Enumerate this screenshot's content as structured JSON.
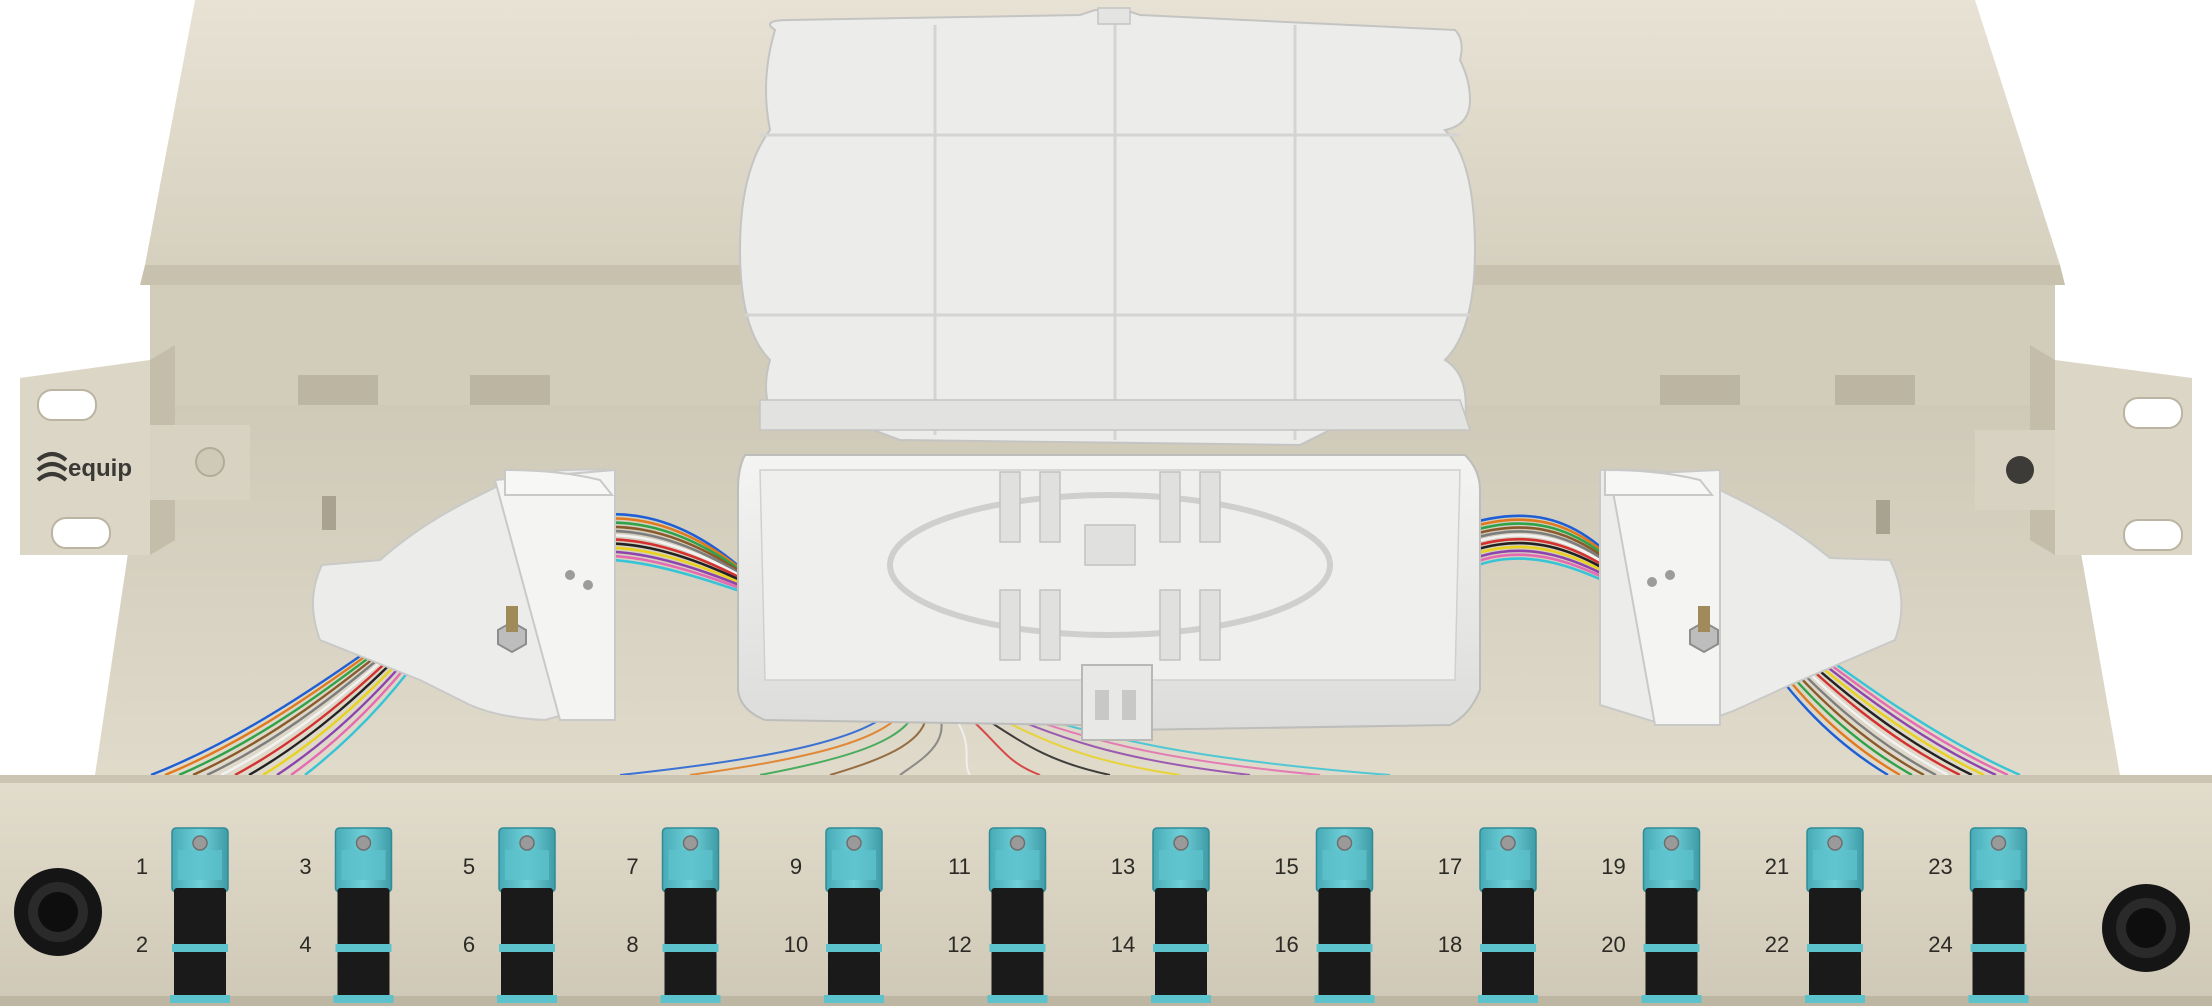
{
  "brand": {
    "name": "equip",
    "logo_icon": "equip-logo-icon"
  },
  "colors": {
    "chassis": "#ddd7c8",
    "chassis_shadow": "#bdb6a4",
    "tray": "#ecebea",
    "adapter_body": "#5cc2cc",
    "adapter_dust_cap": "#1a1a1a",
    "screw": "#9a9a9a"
  },
  "ports": {
    "top_row": [
      "1",
      "3",
      "5",
      "7",
      "9",
      "11",
      "13",
      "15",
      "17",
      "19",
      "21",
      "23"
    ],
    "bottom_row": [
      "2",
      "4",
      "6",
      "8",
      "10",
      "12",
      "14",
      "16",
      "18",
      "20",
      "22",
      "24"
    ]
  },
  "fiber_colors": [
    "#1f5fd6",
    "#e07a1f",
    "#2fa34a",
    "#8a5a2b",
    "#7d7d7d",
    "#f2f2f2",
    "#d43030",
    "#222222",
    "#e8d21e",
    "#8e44ad",
    "#e56bb0",
    "#36c4d6"
  ]
}
